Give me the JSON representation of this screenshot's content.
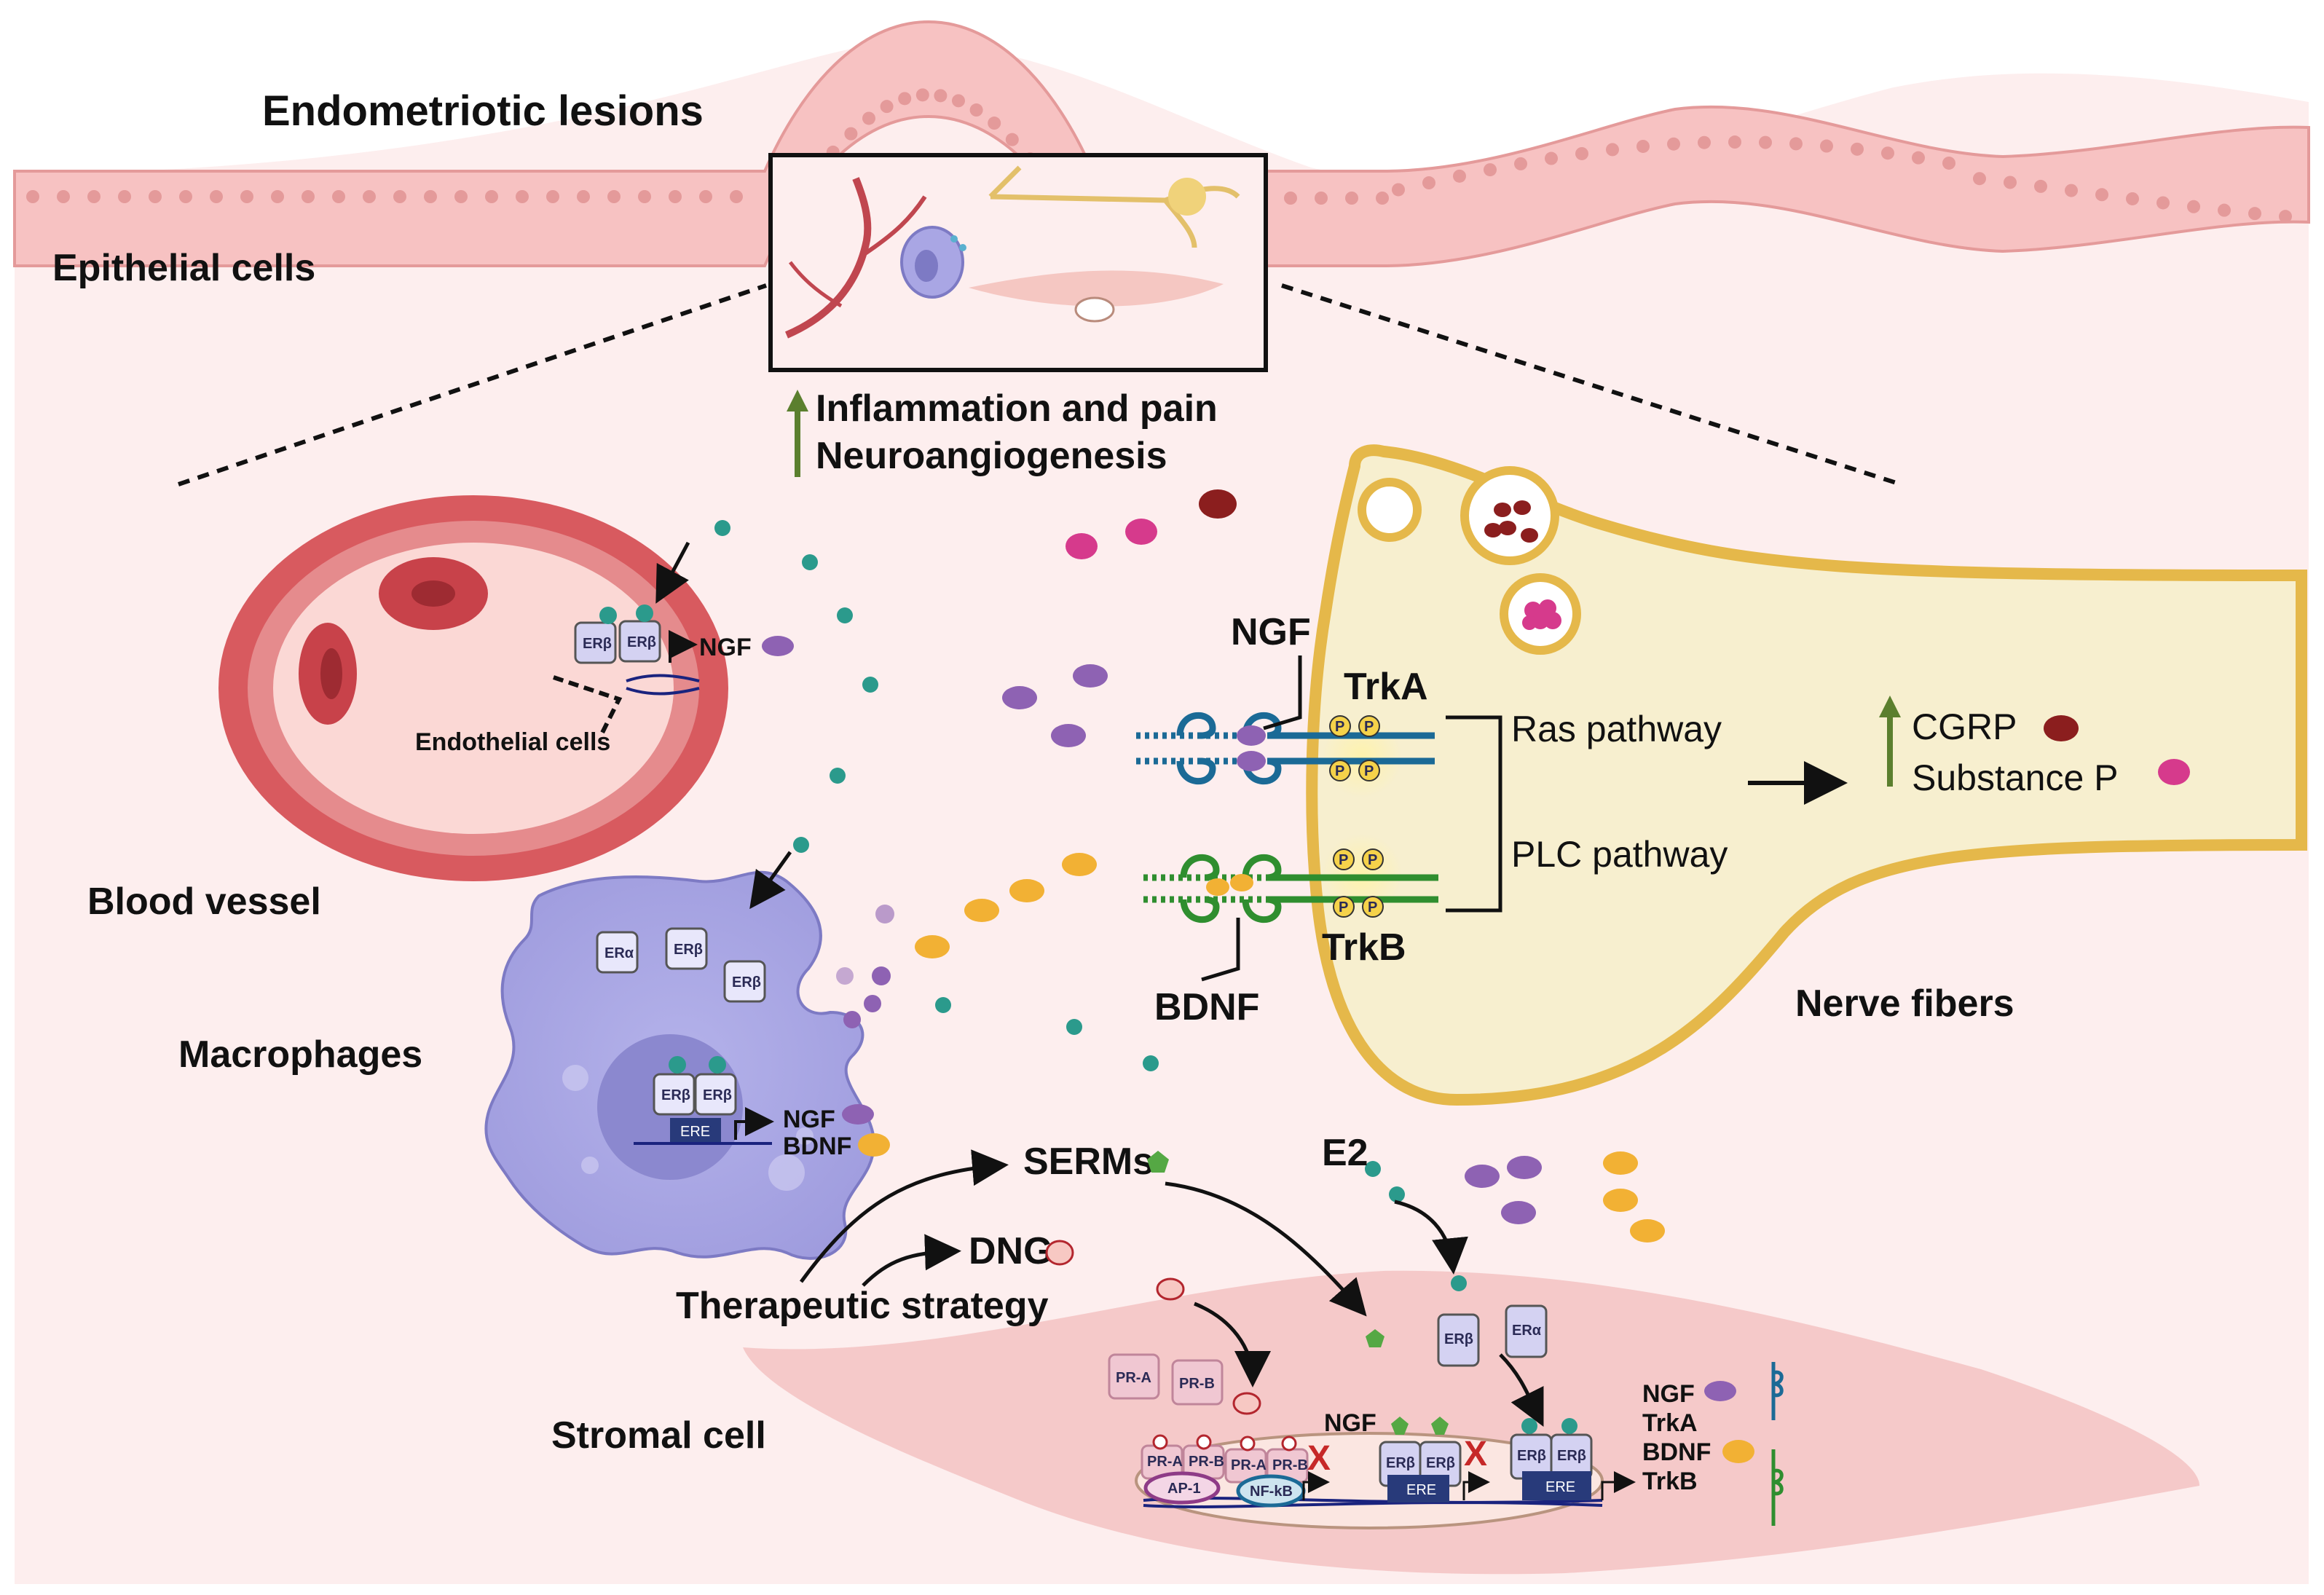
{
  "labels": {
    "endometriotic_lesions": "Endometriotic lesions",
    "epithelial_cells": "Epithelial cells",
    "inflammation": "Inflammation and pain",
    "neuroangiogenesis": "Neuroangiogenesis",
    "blood_vessel": "Blood vessel",
    "endothelial_cells": "Endothelial cells",
    "macrophages": "Macrophages",
    "nerve_fibers": "Nerve fibers",
    "stromal_cell": "Stromal cell",
    "therapeutic_strategy": "Therapeutic strategy",
    "serms": "SERMs",
    "dng": "DNG",
    "e2": "E2",
    "ngf": "NGF",
    "bdnf": "BDNF",
    "trka": "TrkA",
    "trkb": "TrkB",
    "ras_pathway": "Ras pathway",
    "plc_pathway": "PLC pathway",
    "cgrp": "CGRP",
    "substance_p": "Substance P"
  },
  "receptors": {
    "er_beta": "ERβ",
    "er_alpha": "ERα",
    "ere": "ERE",
    "pr_a": "PR-A",
    "pr_b": "PR-B",
    "ap1": "AP-1",
    "nfkb": "NF-kB",
    "p": "P"
  },
  "markers": {
    "inhibit": "X"
  },
  "stromal_genes": [
    "NGF",
    "TrkA",
    "BDNF",
    "TrkB"
  ],
  "colors": {
    "ngf": "#8e62b3",
    "bdnf": "#f2b134",
    "estrogen": "#2b9a8c",
    "serm": "#55a844",
    "cgrp": "#8b1e1e",
    "substance_p": "#d63a8c",
    "up_arrow": "#5b7f2e",
    "trka": "#1b6a96",
    "trkb": "#2f8e2f",
    "nerve": "#f7efcf",
    "nerve_border": "#e5b84a"
  }
}
